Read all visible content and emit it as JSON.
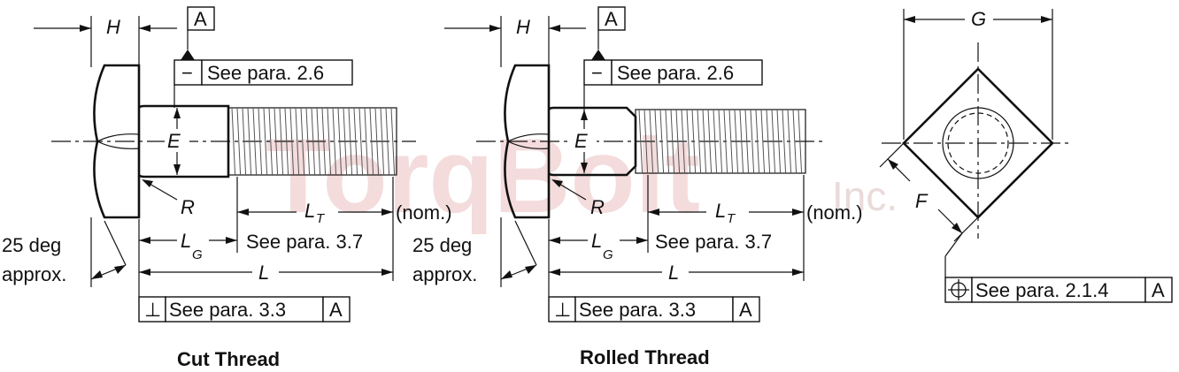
{
  "watermark": {
    "brand": "TorqBolt",
    "suffix": "Inc."
  },
  "labels": {
    "H": "H",
    "E": "E",
    "R": "R",
    "L": "L",
    "LT_base": "L",
    "LT_sub": "T",
    "LG_base": "L",
    "LG_sub": "G",
    "G": "G",
    "F": "F",
    "nom": "(nom.)",
    "deg_line1": "25 deg",
    "deg_line2": "approx.",
    "datum": "A"
  },
  "frames": {
    "straightness_symbol": "−",
    "straightness_text": "See para. 2.6",
    "perpendicular_symbol": "⊥",
    "perpendicular_text": "See para. 3.3",
    "perpendicular_datum": "A",
    "position_symbol": "⌖",
    "position_text": "See para. 2.1.4",
    "position_datum": "A",
    "thread_note": "See para. 3.7"
  },
  "views": [
    {
      "caption": "Cut Thread"
    },
    {
      "caption": "Rolled Thread"
    }
  ]
}
